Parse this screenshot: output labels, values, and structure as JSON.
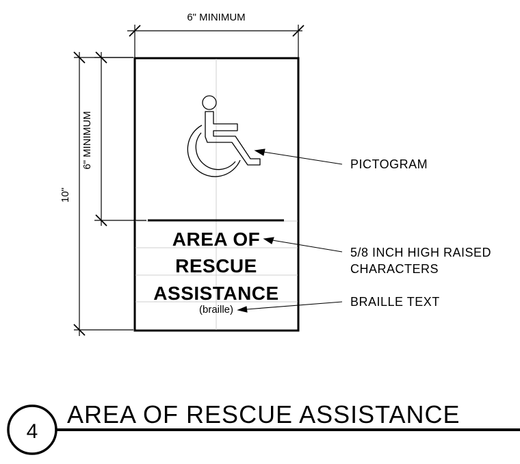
{
  "dimensions": {
    "width": "6\" MINIMUM",
    "pictogram_height": "6\" MINIMUM",
    "overall_height": "10\""
  },
  "sign": {
    "line1": "AREA OF",
    "line2": "RESCUE",
    "line3": "ASSISTANCE",
    "braille": "(braille)",
    "pictogram_icon": "wheelchair-accessibility-icon"
  },
  "callouts": {
    "pictogram": "PICTOGRAM",
    "raised_line1": "5/8 INCH HIGH RAISED",
    "raised_line2": "CHARACTERS",
    "braille_text": "BRAILLE TEXT"
  },
  "detail": {
    "number": "4",
    "title": "AREA OF RESCUE ASSISTANCE"
  }
}
